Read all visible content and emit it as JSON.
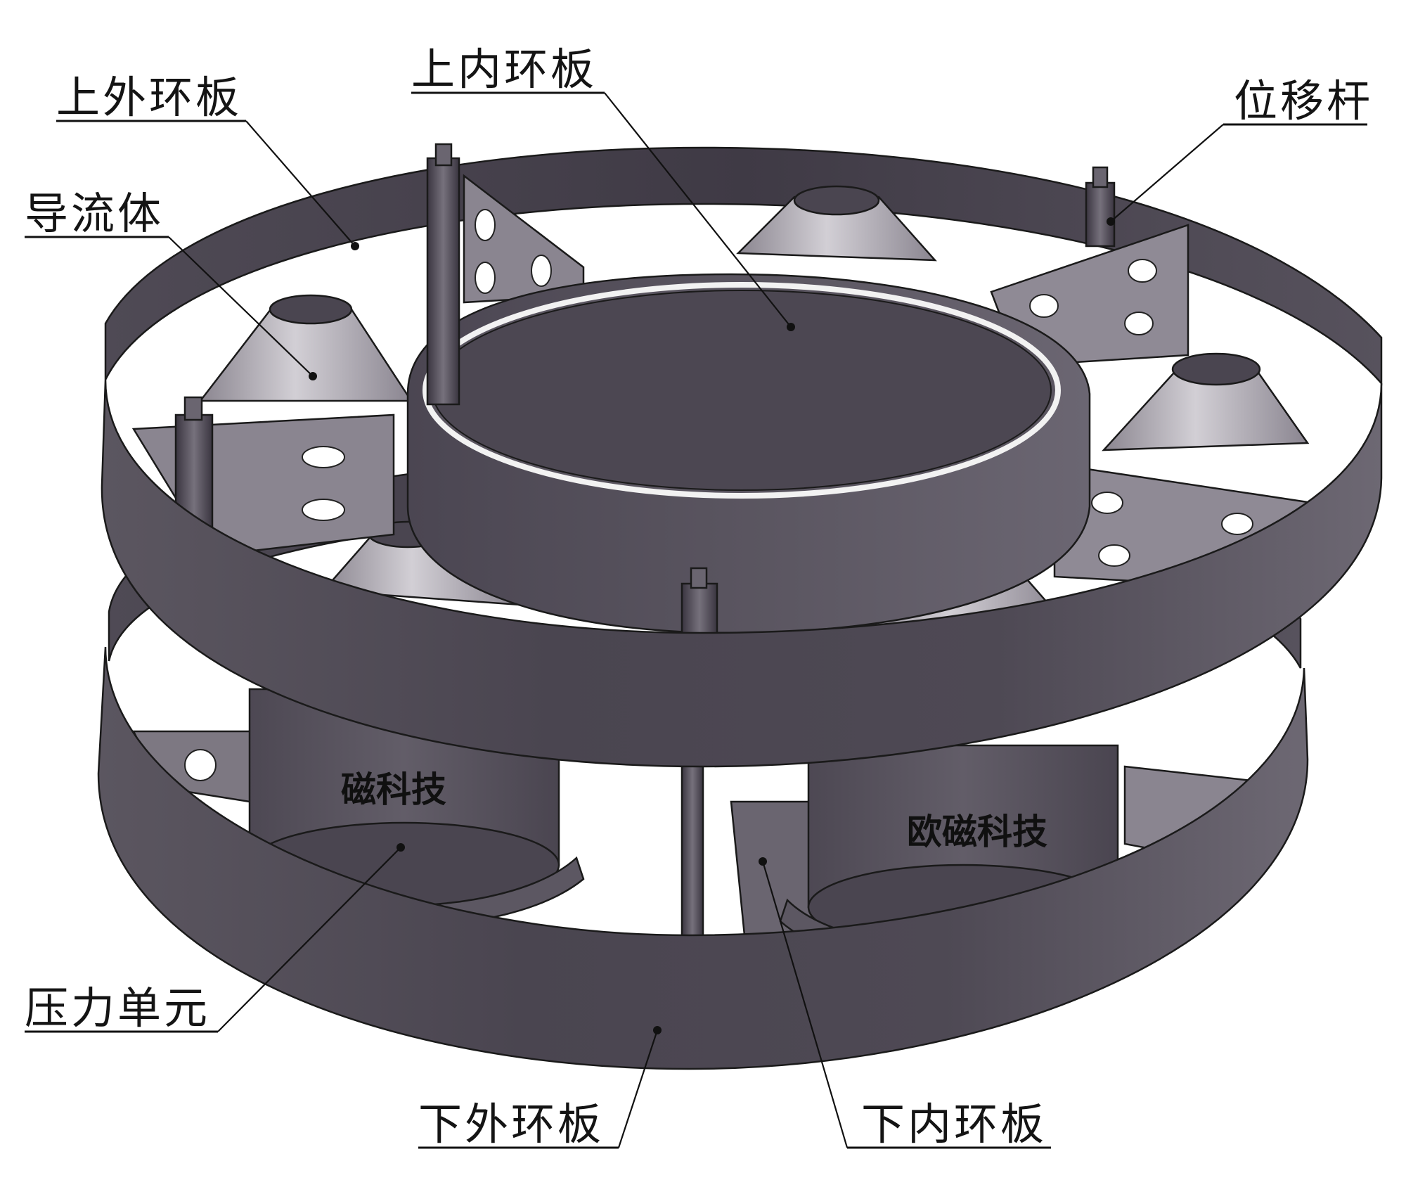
{
  "labels": {
    "upper_outer_ring_plate": "上外环板",
    "upper_inner_ring_plate": "上内环板",
    "displacement_rod": "位移杆",
    "flow_guide_body": "导流体",
    "pressure_unit": "压力单元",
    "lower_outer_ring_plate": "下外环板",
    "lower_inner_ring_plate": "下内环板"
  },
  "watermark": {
    "left_unit": "磁科技",
    "right_unit": "欧磁科技"
  },
  "colors": {
    "ring_dark": "#4a4550",
    "ring_mid": "#5e5864",
    "ring_light": "#8a8490",
    "bracket": "#6a6470",
    "cone_light": "#c9c6cc",
    "cone_dark": "#77727c",
    "background": "#ffffff",
    "line": "#111111"
  }
}
